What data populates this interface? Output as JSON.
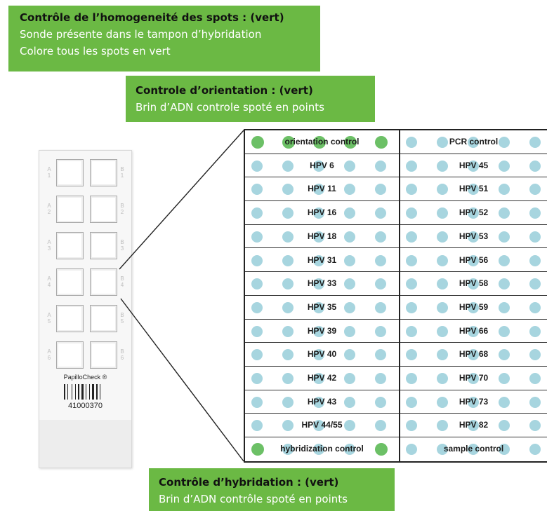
{
  "colors": {
    "callout_bg": "#6bb944",
    "spot_blue": "#a7d5df",
    "spot_green": "#6cc066"
  },
  "callouts": {
    "homogeneity": {
      "title": "Contrôle de l’homogeneité des spots : (vert)",
      "line1": "Sonde présente dans le tampon d’hybridation",
      "line2": "Colore tous les spots en vert"
    },
    "orientation": {
      "title": "Controle d’orientation : (vert)",
      "line1": "Brin d’ADN controle spoté en  points"
    },
    "hybridization": {
      "title": "Contrôle d’hybridation : (vert)",
      "line1": "Brin d’ADN contrôle spoté en points"
    }
  },
  "slide": {
    "brand": "PapilloCheck ®",
    "barcode_number": "41000370",
    "well_labels": [
      {
        "left": "A 1",
        "right": "B 1"
      },
      {
        "left": "A 2",
        "right": "B 2"
      },
      {
        "left": "A 3",
        "right": "B 3"
      },
      {
        "left": "A 4",
        "right": "B 4"
      },
      {
        "left": "A 5",
        "right": "B 5"
      },
      {
        "left": "A 6",
        "right": "B 6"
      }
    ]
  },
  "table": {
    "rows": [
      {
        "left": "orientation control",
        "right": "PCR control",
        "left_spots": "green"
      },
      {
        "left": "HPV 6",
        "right": "HPV 45"
      },
      {
        "left": "HPV 11",
        "right": "HPV 51"
      },
      {
        "left": "HPV 16",
        "right": "HPV 52"
      },
      {
        "left": "HPV 18",
        "right": "HPV 53"
      },
      {
        "left": "HPV 31",
        "right": "HPV 56"
      },
      {
        "left": "HPV 33",
        "right": "HPV 58"
      },
      {
        "left": "HPV 35",
        "right": "HPV 59"
      },
      {
        "left": "HPV 39",
        "right": "HPV 66"
      },
      {
        "left": "HPV 40",
        "right": "HPV 68"
      },
      {
        "left": "HPV 42",
        "right": "HPV 70"
      },
      {
        "left": "HPV 43",
        "right": "HPV 73"
      },
      {
        "left": "HPV 44/55",
        "right": "HPV 82"
      },
      {
        "left": "hybridization control",
        "right": "sample control",
        "left_spots": "green"
      }
    ]
  }
}
